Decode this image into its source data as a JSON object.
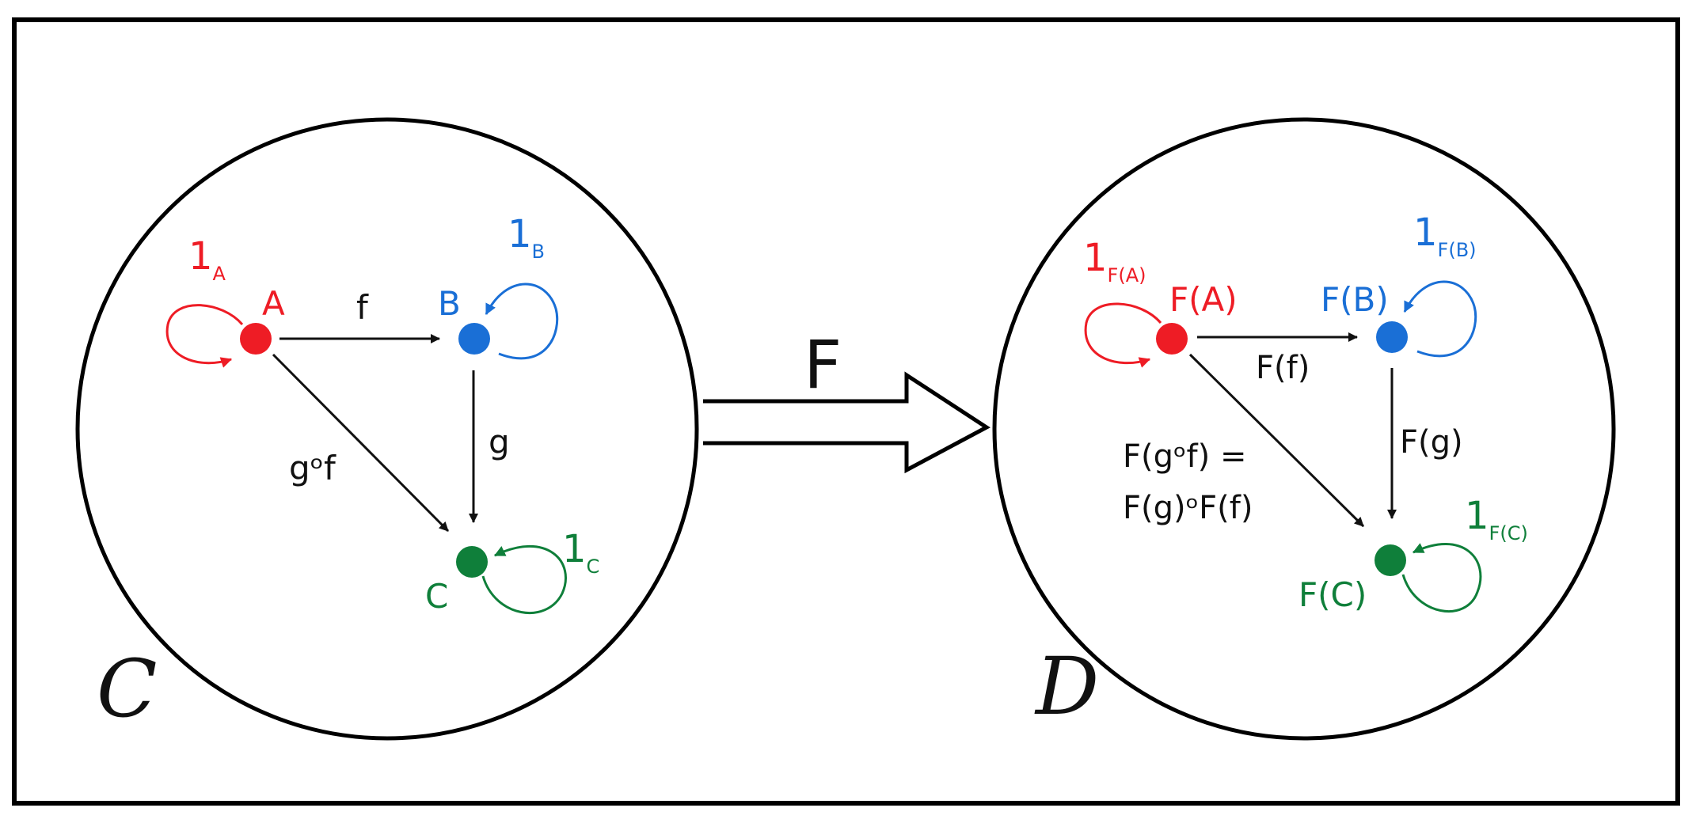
{
  "colors": {
    "frame": "#000000",
    "red": "#ee1c25",
    "blue": "#1a6fd6",
    "green": "#0f7f3a",
    "black": "#111111"
  },
  "category_c": {
    "name": "C",
    "objects": {
      "a": {
        "label": "A",
        "identity": "1",
        "identity_sub": "A"
      },
      "b": {
        "label": "B",
        "identity": "1",
        "identity_sub": "B"
      },
      "c": {
        "label": "C",
        "identity": "1",
        "identity_sub": "C"
      }
    },
    "morphisms": {
      "f": "f",
      "g": "g",
      "gof": "gᵒf"
    }
  },
  "functor": {
    "label": "F"
  },
  "category_d": {
    "name": "D",
    "objects": {
      "a": {
        "label": "F(A)",
        "identity": "1",
        "identity_sub": "F(A)"
      },
      "b": {
        "label": "F(B)",
        "identity": "1",
        "identity_sub": "F(B)"
      },
      "c": {
        "label": "F(C)",
        "identity": "1",
        "identity_sub": "F(C)"
      }
    },
    "morphisms": {
      "f": "F(f)",
      "g": "F(g)",
      "gof_line1": "F(gᵒf) =",
      "gof_line2": "F(g)ᵒF(f)"
    }
  }
}
